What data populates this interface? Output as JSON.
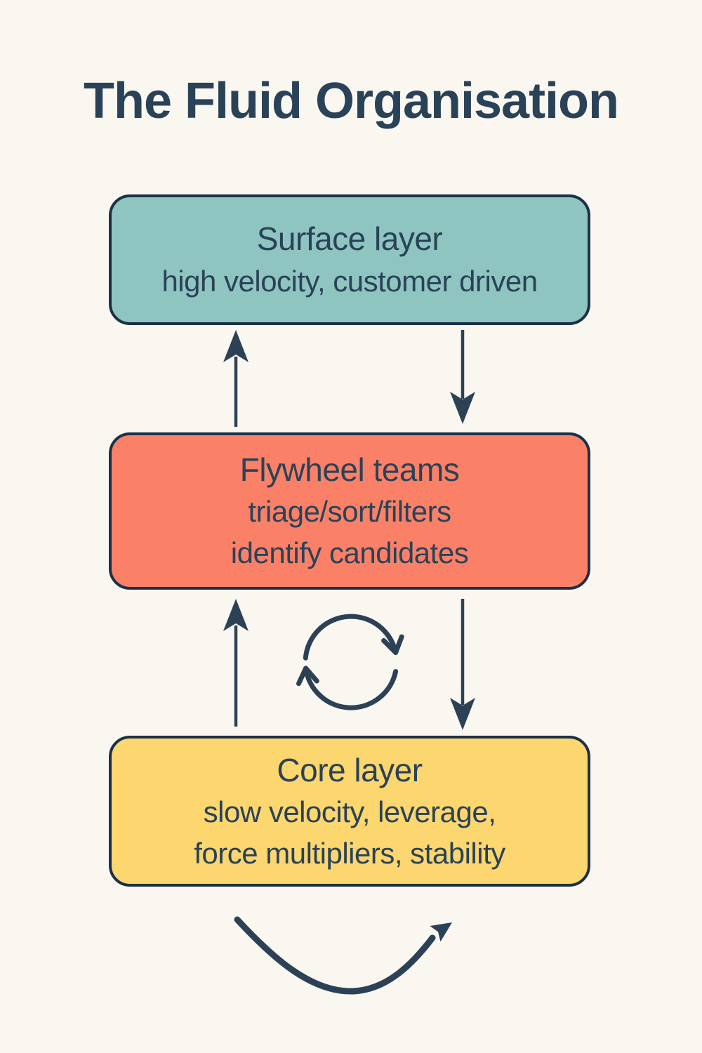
{
  "title": "The Fluid Organisation",
  "colors": {
    "background": "#faf7f0",
    "ink": "#2a4257",
    "border": "#1c3148",
    "arrow": "#2c4156"
  },
  "boxes": {
    "surface": {
      "heading": "Surface layer",
      "line1": "high velocity, customer driven",
      "fill": "#8fc5c1"
    },
    "flywheel": {
      "heading": "Flywheel teams",
      "line1": "triage/sort/filters",
      "line2": "identify candidates",
      "fill": "#fa8168"
    },
    "core": {
      "heading": "Core layer",
      "line1": "slow velocity, leverage,",
      "line2": "force multipliers, stability",
      "fill": "#fcd66e"
    }
  },
  "icons": {
    "up_arrow_surface": "up-arrow",
    "down_arrow_surface": "down-arrow",
    "up_arrow_core": "up-arrow",
    "down_arrow_core": "down-arrow",
    "cycle": "cycle-arrows",
    "swoosh": "curved-flow-arrow"
  }
}
